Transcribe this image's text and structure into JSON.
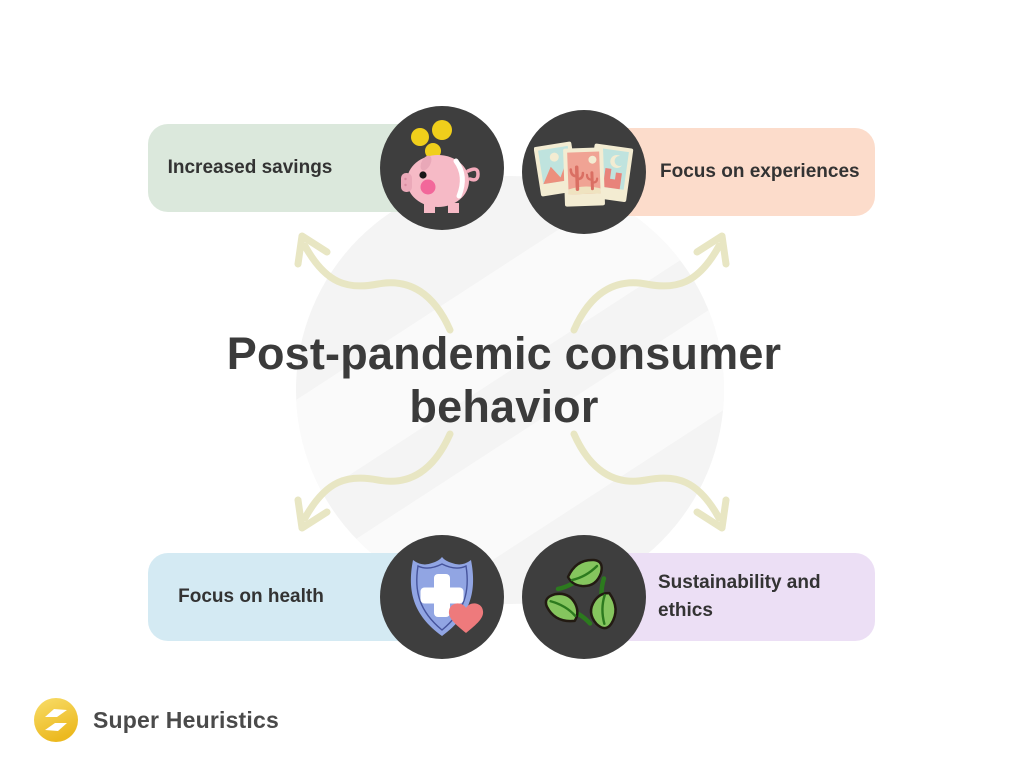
{
  "title": {
    "line1": "Post-pandemic consumer",
    "line2": "behavior"
  },
  "nodes": {
    "savings": {
      "label": "Increased savings",
      "icon": "piggy-bank-icon",
      "pill_color": "#dbe8dc",
      "position": "top-left"
    },
    "experiences": {
      "label": "Focus on experiences",
      "icon": "photo-stack-icon",
      "pill_color": "#fcdccb",
      "position": "top-right"
    },
    "health": {
      "label": "Focus on health",
      "icon": "health-shield-icon",
      "pill_color": "#d4eaf3",
      "position": "bottom-left"
    },
    "sustainability": {
      "label": "Sustainability and ethics",
      "icon": "recycle-leaves-icon",
      "pill_color": "#ecdff5",
      "position": "bottom-right"
    }
  },
  "footer": {
    "brand": "Super Heuristics",
    "logo_icon": "super-heuristics-logo-icon"
  },
  "colors": {
    "background": "#ffffff",
    "center_circle": "#f4f4f4",
    "icon_circle": "#3e3e3e",
    "arrow": "#e8e6c3",
    "title_text": "#3b3b3b",
    "label_text": "#333333",
    "brand_text": "#4a4a4a",
    "logo_gold": "#f0c32c",
    "piggy_pink": "#f6bac6",
    "coin_gold": "#f0cf1b",
    "shield_blue": "#91a5e3",
    "heart_red": "#ee7a7c",
    "leaf_green": "#85c55e",
    "photo_frame_cream": "#f3ecd2",
    "photo_sky_teal": "#bfe3de",
    "photo_salmon": "#ec8f7d"
  }
}
